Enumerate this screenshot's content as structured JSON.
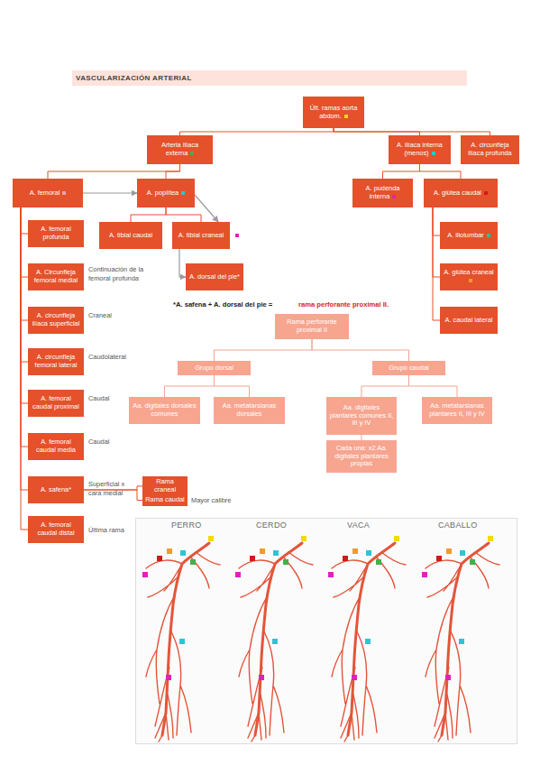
{
  "diagram": {
    "title": "VASCULARIZACIÓN ARTERIAL",
    "nodes": [
      {
        "text": [
          "Últ. ramas aorta abdom."
        ]
      },
      {
        "text": [
          "Arteria ilíaca externa"
        ]
      },
      {
        "text": [
          "A. ilíaca interna (menos)"
        ]
      },
      {
        "text": [
          "A. circunfleja ilíaca profunda"
        ]
      },
      {
        "text": [
          "A. femoral"
        ]
      },
      {
        "text": [
          "A. poplítea"
        ]
      },
      {
        "text": [
          "A. pudenda interna"
        ]
      },
      {
        "text": [
          "A. glútea caudal"
        ]
      },
      {
        "text": [
          "A. femoral profunda"
        ]
      },
      {
        "text": [
          "A. Circunfleja femoral medial"
        ]
      },
      {
        "text": [
          "A. circunfleja ilíaca superficial"
        ]
      },
      {
        "text": [
          "A. circunfleja femoral lateral"
        ]
      },
      {
        "text": [
          "A. femoral caudal proximal"
        ]
      },
      {
        "text": [
          "A. femoral caudal media"
        ]
      },
      {
        "text": [
          "A. safena*"
        ]
      },
      {
        "text": [
          "Rama craneal"
        ]
      },
      {
        "text": [
          "Rama caudal"
        ]
      },
      {
        "text": [
          "A. femoral caudal distal"
        ]
      },
      {
        "text": [
          "A. tibial caudal"
        ]
      },
      {
        "text": [
          "A. tibial craneal"
        ]
      },
      {
        "text": [
          "A. dorsal del pie*"
        ]
      },
      {
        "text": [
          "A. iliolumbar"
        ]
      },
      {
        "text": [
          "A. glútea craneal"
        ]
      },
      {
        "text": [
          "A. caudal lateral"
        ]
      },
      {
        "text": [
          "Rama perforante proximal II"
        ]
      },
      {
        "text": [
          "Grupo dorsal"
        ]
      },
      {
        "text": [
          "Grupo caudal"
        ]
      },
      {
        "text": [
          "Aa. digitales dorsales comunes"
        ]
      },
      {
        "text": [
          "Aa. metatarsianas dorsales"
        ]
      },
      {
        "text": [
          "Aa. digitales plantares comunes II, III y IV"
        ]
      },
      {
        "text": [
          "Aa. metatarsianas plantares II, III y IV"
        ]
      },
      {
        "text": [
          "Cada una: x2 Aa. digitales plantares propias"
        ]
      }
    ],
    "edges": [
      {
        "from": 0,
        "to": 1,
        "arrow": "none"
      },
      {
        "from": 0,
        "to": 2,
        "arrow": "none"
      },
      {
        "from": 0,
        "to": 3,
        "arrow": "none"
      },
      {
        "from": 1,
        "to": 4,
        "arrow": "none"
      },
      {
        "from": 1,
        "to": 5,
        "arrow": "none"
      },
      {
        "from": 4,
        "to": 5,
        "arrow": "to"
      },
      {
        "from": 2,
        "to": 6,
        "arrow": "none"
      },
      {
        "from": 2,
        "to": 7,
        "arrow": "none"
      },
      {
        "from": 4,
        "to": 8,
        "arrow": "none"
      },
      {
        "from": 4,
        "to": 9,
        "arrow": "none"
      },
      {
        "from": 4,
        "to": 10,
        "arrow": "none"
      },
      {
        "from": 4,
        "to": 11,
        "arrow": "none"
      },
      {
        "from": 4,
        "to": 12,
        "arrow": "none"
      },
      {
        "from": 4,
        "to": 13,
        "arrow": "none"
      },
      {
        "from": 4,
        "to": 14,
        "arrow": "none"
      },
      {
        "from": 4,
        "to": 17,
        "arrow": "none"
      },
      {
        "from": 14,
        "to": 15,
        "arrow": "none"
      },
      {
        "from": 14,
        "to": 16,
        "arrow": "none"
      },
      {
        "from": 5,
        "to": 18,
        "arrow": "none"
      },
      {
        "from": 5,
        "to": 19,
        "arrow": "none"
      },
      {
        "from": 5,
        "to": 19,
        "arrow": "to"
      },
      {
        "from": 19,
        "to": 20,
        "arrow": "to"
      },
      {
        "from": 7,
        "to": 21,
        "arrow": "none"
      },
      {
        "from": 7,
        "to": 22,
        "arrow": "none"
      },
      {
        "from": 7,
        "to": 23,
        "arrow": "none"
      },
      {
        "from": 24,
        "to": 25,
        "arrow": "none"
      },
      {
        "from": 24,
        "to": 26,
        "arrow": "none"
      },
      {
        "from": 25,
        "to": 27,
        "arrow": "none"
      },
      {
        "from": 25,
        "to": 28,
        "arrow": "none"
      },
      {
        "from": 26,
        "to": 29,
        "arrow": "none"
      },
      {
        "from": 26,
        "to": 30,
        "arrow": "none"
      },
      {
        "from": 29,
        "to": 31,
        "arrow": "none"
      }
    ],
    "labels": [
      "Continuación de la femoral profunda",
      "Craneal",
      "Caudolateral",
      "Caudal",
      "Caudal",
      "Superficial x cara medial",
      "Mayor calibre",
      "Última rama",
      "*A. safena + A. dorsal del pie =",
      "rama perforante proximal II.",
      "PERRO",
      "CERDO",
      "VACA",
      "CABALLO"
    ]
  }
}
